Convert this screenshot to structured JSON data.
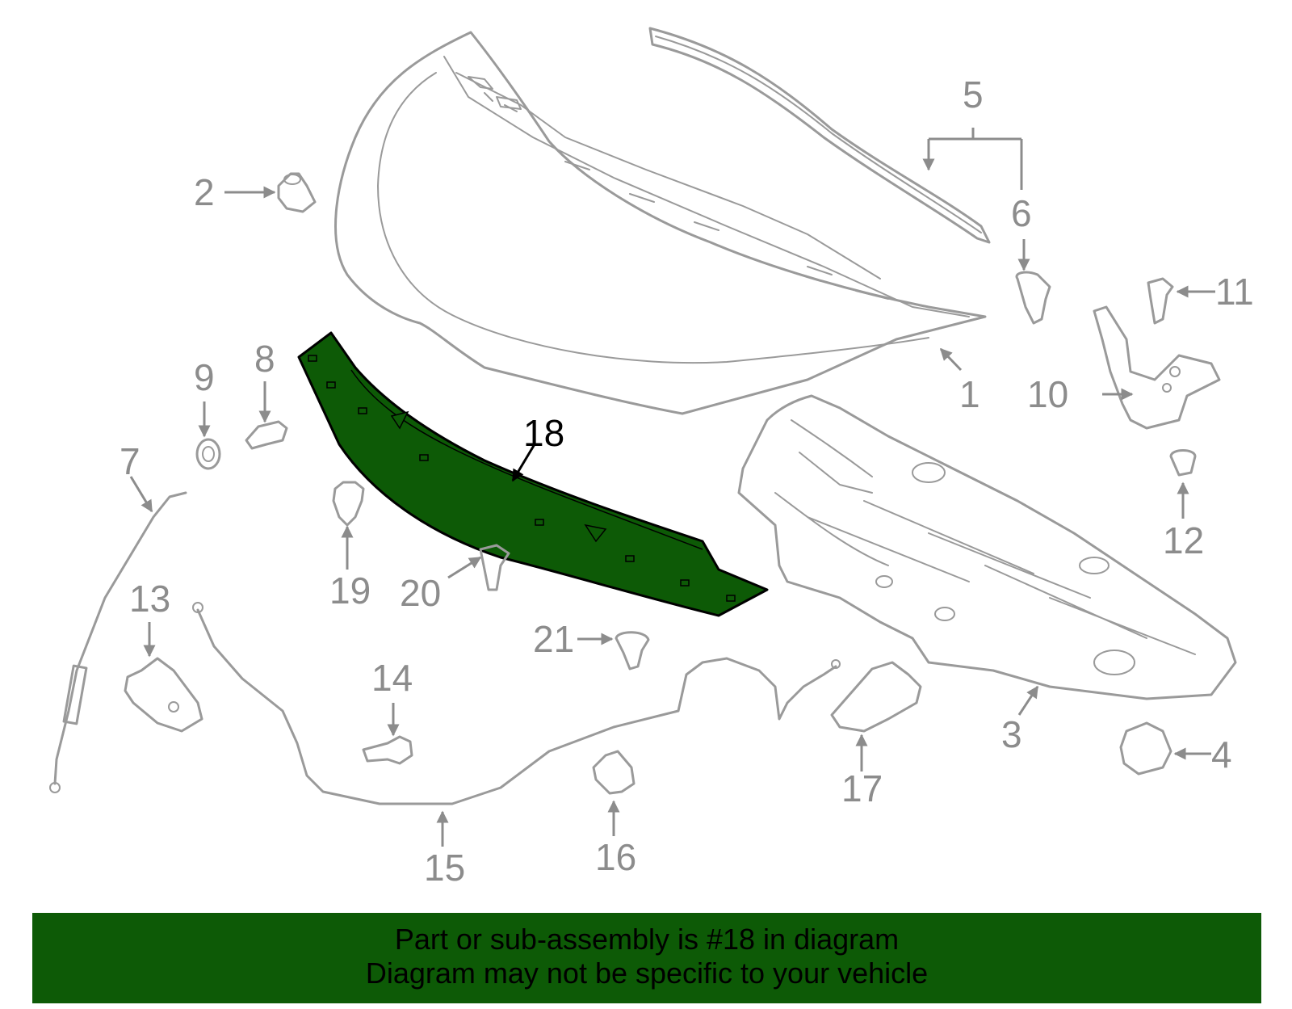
{
  "diagram": {
    "colors": {
      "outline": "#9a9a9a",
      "label": "#8c8c8c",
      "highlight_fill": "#0d5a06",
      "highlight_label": "#000000",
      "banner_bg": "#0d5a06"
    },
    "callouts": {
      "c1": "1",
      "c2": "2",
      "c3": "3",
      "c4": "4",
      "c5": "5",
      "c6": "6",
      "c7": "7",
      "c8": "8",
      "c9": "9",
      "c10": "10",
      "c11": "11",
      "c12": "12",
      "c13": "13",
      "c14": "14",
      "c15": "15",
      "c16": "16",
      "c17": "17",
      "c18": "18",
      "c19": "19",
      "c20": "20",
      "c21": "21"
    },
    "highlighted_part": "18"
  },
  "banner": {
    "line1": "Part or sub-assembly is #18 in diagram",
    "line2": "Diagram may not be specific to your vehicle"
  }
}
